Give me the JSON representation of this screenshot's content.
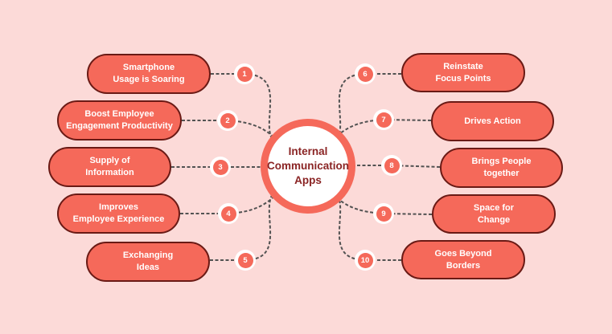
{
  "center": {
    "lines": [
      "Internal",
      "Communication",
      "Apps"
    ]
  },
  "nodes": [
    {
      "number": "1",
      "lines": [
        "Smartphone",
        "Usage is Soaring"
      ]
    },
    {
      "number": "2",
      "lines": [
        "Boost Employee",
        "Engagement Productivity"
      ]
    },
    {
      "number": "3",
      "lines": [
        "Supply of",
        "Information"
      ]
    },
    {
      "number": "4",
      "lines": [
        "Improves",
        "Employee Experience"
      ]
    },
    {
      "number": "5",
      "lines": [
        "Exchanging",
        "Ideas"
      ]
    },
    {
      "number": "6",
      "lines": [
        "Reinstate",
        "Focus Points"
      ]
    },
    {
      "number": "7",
      "lines": [
        "Drives Action"
      ]
    },
    {
      "number": "8",
      "lines": [
        "Brings People",
        "together"
      ]
    },
    {
      "number": "9",
      "lines": [
        "Space for",
        "Change"
      ]
    },
    {
      "number": "10",
      "lines": [
        "Goes Beyond",
        "Borders"
      ]
    }
  ],
  "colors": {
    "background": "#fcdad8",
    "node_fill": "#f5695a",
    "node_border": "#6a1a15",
    "node_text": "#ffffff",
    "center_ring": "#f5695a",
    "center_text": "#8a2424",
    "connector": "#525252",
    "badge_fill": "#f5695a",
    "badge_ring": "#ffffff",
    "badge_text": "#ffffff"
  }
}
